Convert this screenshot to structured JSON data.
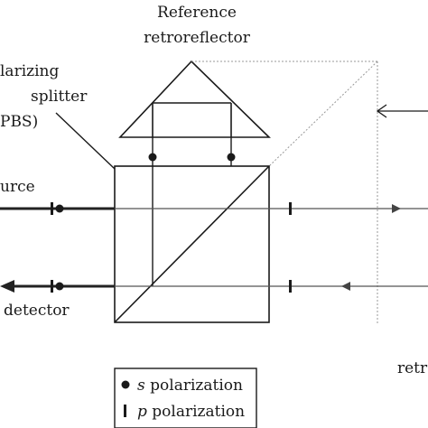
{
  "labels": {
    "reference_line1": "Reference",
    "reference_line2": "retroreflector",
    "splitter_line1": "larizing",
    "splitter_line2": "splitter",
    "splitter_line3": "PBS)",
    "source": "urce",
    "detector": "detector",
    "measurement_partial": "retr"
  },
  "legend": {
    "s_symbol": "s",
    "s_text": " polarization",
    "p_symbol": "p",
    "p_text": " polarization"
  },
  "colors": {
    "line": "#1a1a1a",
    "beam_dark": "#222222",
    "beam_light": "#555555",
    "dotted": "#999999"
  }
}
